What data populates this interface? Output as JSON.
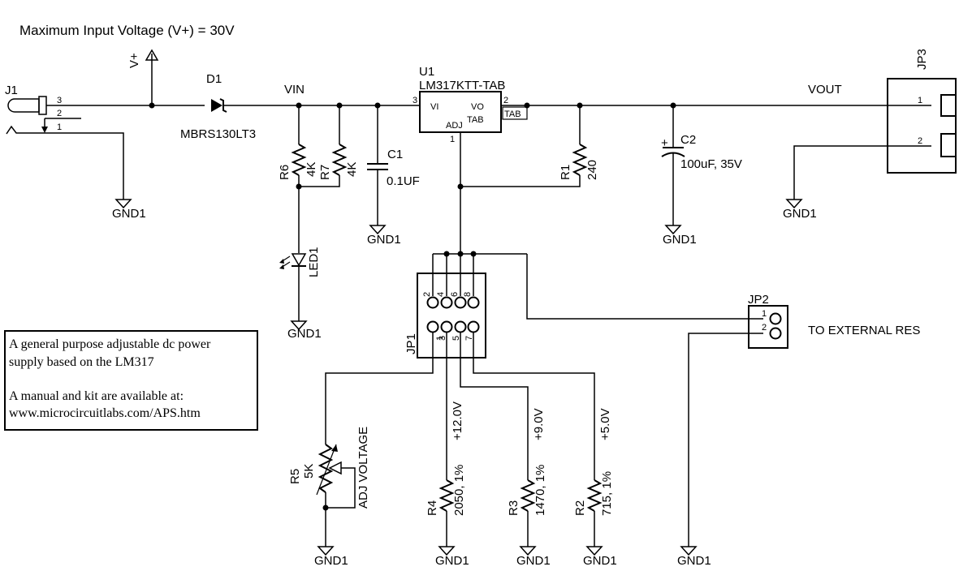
{
  "title": "Maximum Input Voltage (V+) = 30V",
  "nets": {
    "vplus": "V+",
    "vin": "VIN",
    "vout": "VOUT",
    "gnd": "GND1",
    "to_ext": "TO EXTERNAL RES"
  },
  "j1": {
    "ref": "J1",
    "pins": [
      "3",
      "2",
      "1"
    ]
  },
  "d1": {
    "ref": "D1",
    "value": "MBRS130LT3"
  },
  "u1": {
    "ref": "U1",
    "value": "LM317KTT-TAB",
    "vi": "VI",
    "vo": "VO",
    "adj": "ADJ",
    "tab": "TAB",
    "tab_box": "TAB",
    "pin_vi": "3",
    "pin_vo": "2",
    "pin_adj": "1"
  },
  "r6": {
    "ref": "R6",
    "value": "4K"
  },
  "r7": {
    "ref": "R7",
    "value": "4K"
  },
  "c1": {
    "ref": "C1",
    "value": "0.1UF"
  },
  "led1": {
    "ref": "LED1"
  },
  "r1": {
    "ref": "R1",
    "value": "240"
  },
  "c2": {
    "ref": "C2",
    "value": "100uF, 35V",
    "plus": "+"
  },
  "jp3": {
    "ref": "JP3",
    "pins": [
      "1",
      "2"
    ]
  },
  "jp1": {
    "ref": "JP1",
    "top_pins": [
      "2",
      "4",
      "6",
      "8"
    ],
    "bottom_pins": [
      "1",
      "3",
      "5",
      "7"
    ]
  },
  "jp2": {
    "ref": "JP2",
    "pins": [
      "1",
      "2"
    ]
  },
  "r5": {
    "ref": "R5",
    "value": "5K",
    "note": "ADJ VOLTAGE"
  },
  "r4": {
    "ref": "R4",
    "value": "2050, 1%",
    "label": "+12.0V"
  },
  "r3": {
    "ref": "R3",
    "value": "1470, 1%",
    "label": "+9.0V"
  },
  "r2": {
    "ref": "R2",
    "value": "715, 1%",
    "label": "+5.0V"
  },
  "note": {
    "line1": "A general purpose adjustable dc power",
    "line2": "supply based on the LM317",
    "line3": "A manual and kit are available at:",
    "line4": "www.microcircuitlabs.com/APS.htm"
  }
}
